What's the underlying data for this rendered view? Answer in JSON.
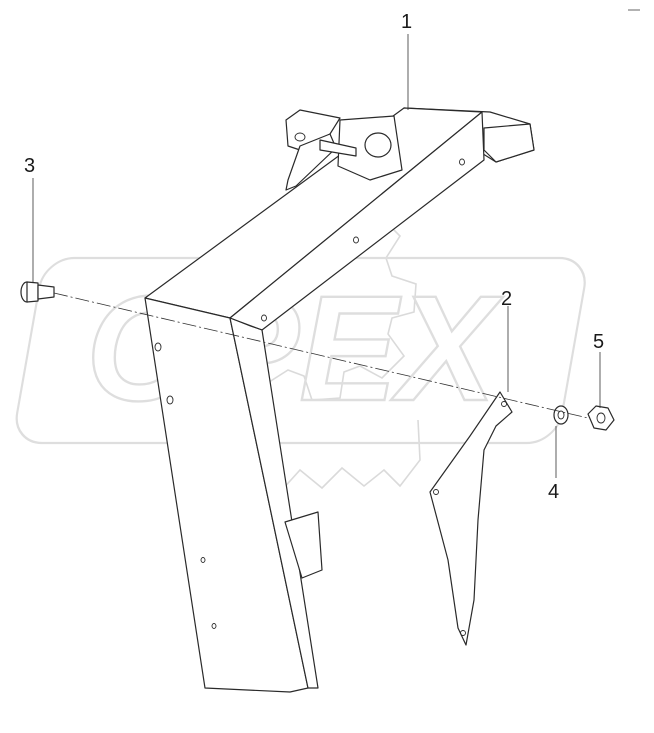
{
  "watermark": {
    "text": "OPEX",
    "color": "#cfcfcf"
  },
  "callouts": [
    {
      "id": "1",
      "label": "1"
    },
    {
      "id": "2",
      "label": "2"
    },
    {
      "id": "3",
      "label": "3"
    },
    {
      "id": "4",
      "label": "4"
    },
    {
      "id": "5",
      "label": "5"
    }
  ],
  "colors": {
    "line": "#2a2a2a",
    "background": "#ffffff"
  }
}
